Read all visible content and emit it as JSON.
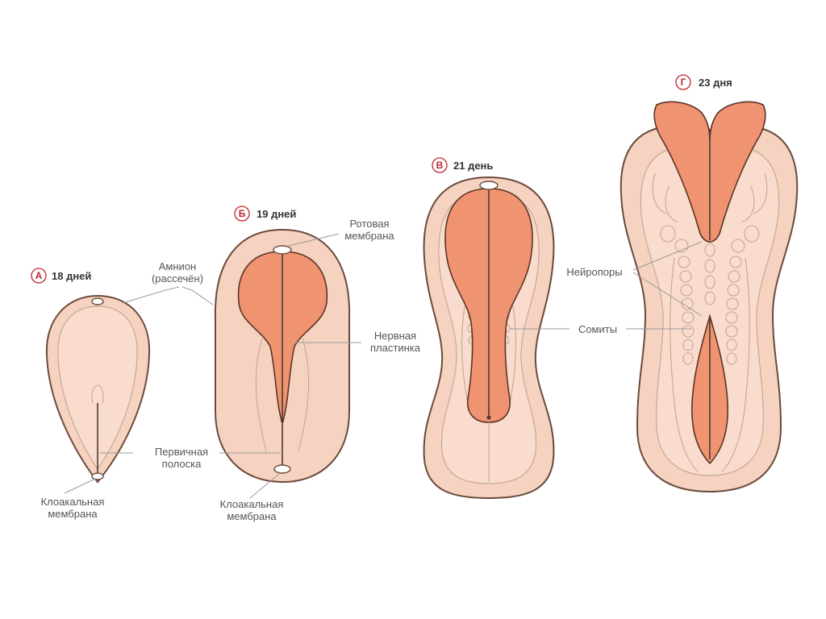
{
  "stages": [
    {
      "letter": "А",
      "label": "18 дней"
    },
    {
      "letter": "Б",
      "label": "19 дней"
    },
    {
      "letter": "В",
      "label": "21 день"
    },
    {
      "letter": "Г",
      "label": "23 дня"
    }
  ],
  "labels": {
    "amnion_1": "Амнион",
    "amnion_2": "(рассечён)",
    "oral_1": "Ротовая",
    "oral_2": "мембрана",
    "neural_1": "Нервная",
    "neural_2": "пластинка",
    "streak_1": "Первичная",
    "streak_2": "полоска",
    "cloacal_a_1": "Клоакальная",
    "cloacal_a_2": "мембрана",
    "cloacal_b_1": "Клоакальная",
    "cloacal_b_2": "мембрана",
    "neuropores": "Нейропоры",
    "somites": "Сомиты"
  },
  "colors": {
    "tissue": "#f6d3c0",
    "neural_plate": "#ef9371",
    "outline": "#6b4a3c",
    "badge_letter": "#c0282f"
  }
}
